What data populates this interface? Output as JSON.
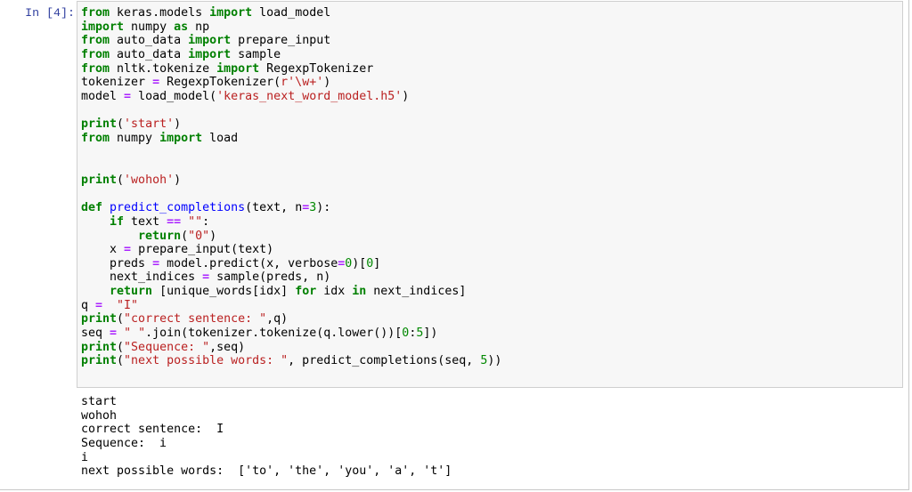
{
  "cell": {
    "prompt": "In [4]:",
    "colors": {
      "prompt": "#303F9F",
      "keyword": "#008000",
      "string": "#BA2121",
      "operator": "#AA22FF",
      "number": "#008800",
      "definition": "#0000FF",
      "input_background": "#f7f7f7",
      "input_border": "#cfcfcf"
    },
    "code_lines": [
      [
        [
          "kw",
          "from"
        ],
        [
          "txt",
          " keras.models "
        ],
        [
          "kw",
          "import"
        ],
        [
          "txt",
          " load_model"
        ]
      ],
      [
        [
          "kw",
          "import"
        ],
        [
          "txt",
          " numpy "
        ],
        [
          "kw",
          "as"
        ],
        [
          "txt",
          " np"
        ]
      ],
      [
        [
          "kw",
          "from"
        ],
        [
          "txt",
          " auto_data "
        ],
        [
          "kw",
          "import"
        ],
        [
          "txt",
          " prepare_input"
        ]
      ],
      [
        [
          "kw",
          "from"
        ],
        [
          "txt",
          " auto_data "
        ],
        [
          "kw",
          "import"
        ],
        [
          "txt",
          " sample"
        ]
      ],
      [
        [
          "kw",
          "from"
        ],
        [
          "txt",
          " nltk.tokenize "
        ],
        [
          "kw",
          "import"
        ],
        [
          "txt",
          " RegexpTokenizer"
        ]
      ],
      [
        [
          "txt",
          "tokenizer "
        ],
        [
          "op",
          "="
        ],
        [
          "txt",
          " RegexpTokenizer("
        ],
        [
          "str",
          "r'\\w+'"
        ],
        [
          "txt",
          ")"
        ]
      ],
      [
        [
          "txt",
          "model "
        ],
        [
          "op",
          "="
        ],
        [
          "txt",
          " load_model("
        ],
        [
          "str",
          "'keras_next_word_model.h5'"
        ],
        [
          "txt",
          ")"
        ]
      ],
      [],
      [
        [
          "kw",
          "print"
        ],
        [
          "txt",
          "("
        ],
        [
          "str",
          "'start'"
        ],
        [
          "txt",
          ")"
        ]
      ],
      [
        [
          "kw",
          "from"
        ],
        [
          "txt",
          " numpy "
        ],
        [
          "kw",
          "import"
        ],
        [
          "txt",
          " load"
        ]
      ],
      [],
      [],
      [
        [
          "kw",
          "print"
        ],
        [
          "txt",
          "("
        ],
        [
          "str",
          "'wohoh'"
        ],
        [
          "txt",
          ")"
        ]
      ],
      [],
      [
        [
          "kw",
          "def"
        ],
        [
          "txt",
          " "
        ],
        [
          "def",
          "predict_completions"
        ],
        [
          "txt",
          "(text, n"
        ],
        [
          "op",
          "="
        ],
        [
          "num",
          "3"
        ],
        [
          "txt",
          "):"
        ]
      ],
      [
        [
          "txt",
          "    "
        ],
        [
          "kw",
          "if"
        ],
        [
          "txt",
          " text "
        ],
        [
          "op",
          "=="
        ],
        [
          "txt",
          " "
        ],
        [
          "str",
          "\"\""
        ],
        [
          "txt",
          ":"
        ]
      ],
      [
        [
          "txt",
          "        "
        ],
        [
          "kw",
          "return"
        ],
        [
          "txt",
          "("
        ],
        [
          "str",
          "\"0\""
        ],
        [
          "txt",
          ")"
        ]
      ],
      [
        [
          "txt",
          "    x "
        ],
        [
          "op",
          "="
        ],
        [
          "txt",
          " prepare_input(text)"
        ]
      ],
      [
        [
          "txt",
          "    preds "
        ],
        [
          "op",
          "="
        ],
        [
          "txt",
          " model.predict(x, verbose"
        ],
        [
          "op",
          "="
        ],
        [
          "num",
          "0"
        ],
        [
          "txt",
          ")["
        ],
        [
          "num",
          "0"
        ],
        [
          "txt",
          "]"
        ]
      ],
      [
        [
          "txt",
          "    next_indices "
        ],
        [
          "op",
          "="
        ],
        [
          "txt",
          " sample(preds, n)"
        ]
      ],
      [
        [
          "txt",
          "    "
        ],
        [
          "kw",
          "return"
        ],
        [
          "txt",
          " [unique_words[idx] "
        ],
        [
          "kw",
          "for"
        ],
        [
          "txt",
          " idx "
        ],
        [
          "kw",
          "in"
        ],
        [
          "txt",
          " next_indices]"
        ]
      ],
      [
        [
          "txt",
          "q "
        ],
        [
          "op",
          "="
        ],
        [
          "txt",
          "  "
        ],
        [
          "str",
          "\"I\""
        ]
      ],
      [
        [
          "kw",
          "print"
        ],
        [
          "txt",
          "("
        ],
        [
          "str",
          "\"correct sentence: \""
        ],
        [
          "txt",
          ",q)"
        ]
      ],
      [
        [
          "txt",
          "seq "
        ],
        [
          "op",
          "="
        ],
        [
          "txt",
          " "
        ],
        [
          "str",
          "\" \""
        ],
        [
          "txt",
          ".join(tokenizer.tokenize(q.lower())["
        ],
        [
          "num",
          "0"
        ],
        [
          "txt",
          ":"
        ],
        [
          "num",
          "5"
        ],
        [
          "txt",
          "])"
        ]
      ],
      [
        [
          "kw",
          "print"
        ],
        [
          "txt",
          "("
        ],
        [
          "str",
          "\"Sequence: \""
        ],
        [
          "txt",
          ",seq)"
        ]
      ],
      [
        [
          "kw",
          "print"
        ],
        [
          "txt",
          "("
        ],
        [
          "str",
          "\"next possible words: \""
        ],
        [
          "txt",
          ", predict_completions(seq, "
        ],
        [
          "num",
          "5"
        ],
        [
          "txt",
          "))"
        ]
      ]
    ],
    "output_lines": [
      "start",
      "wohoh",
      "correct sentence:  I",
      "Sequence:  i",
      "i",
      "next possible words:  ['to', 'the', 'you', 'a', 't']"
    ]
  }
}
